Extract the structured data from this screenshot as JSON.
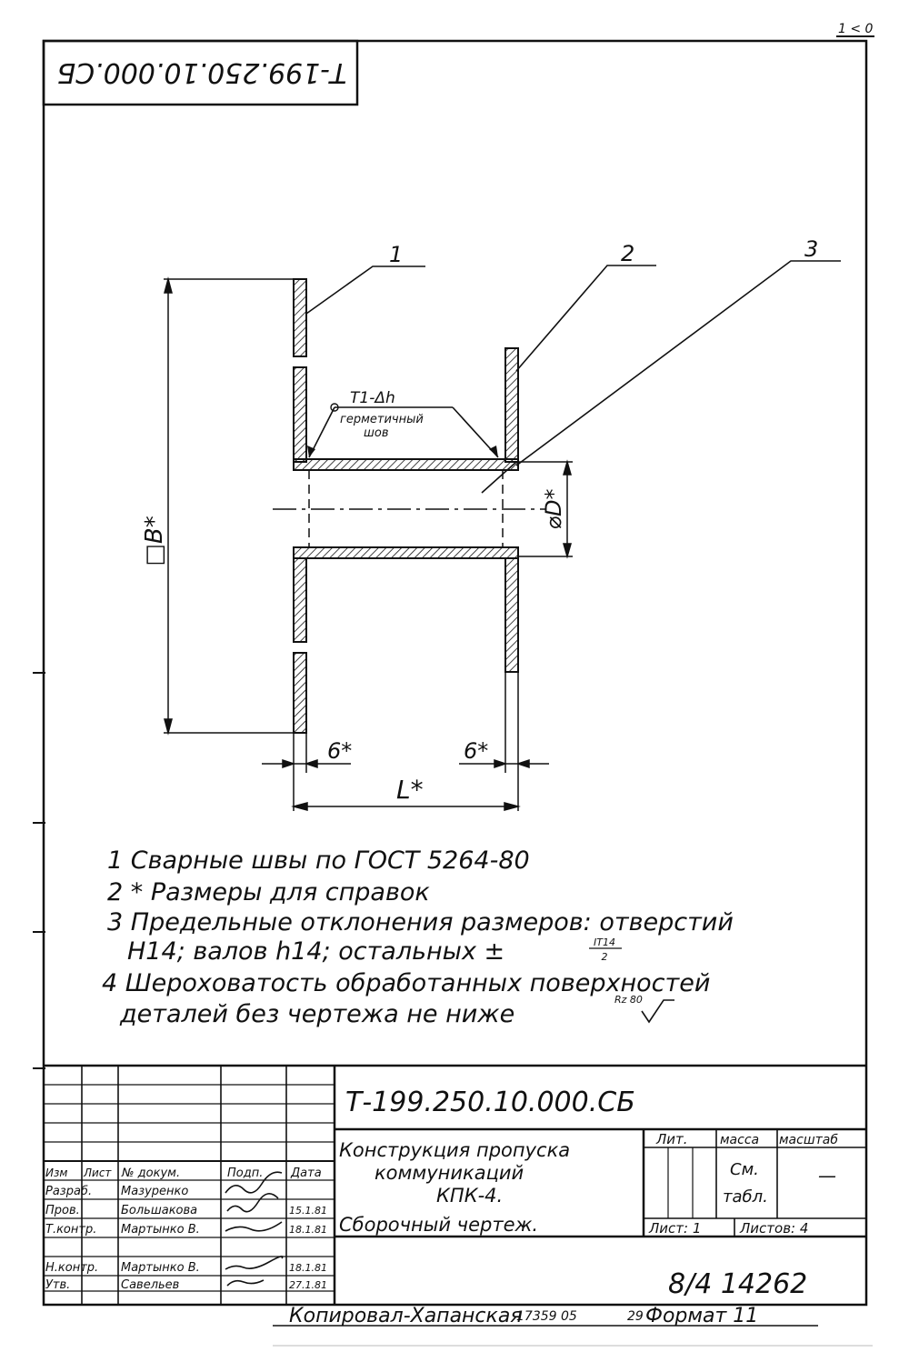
{
  "corner_mark": "1 < 0",
  "stamp_top": "Т-199.250.10.000.СБ",
  "callouts": {
    "c1": "1",
    "c2": "2",
    "c3": "3"
  },
  "weld": {
    "symbol": "Т1-Δh",
    "line2": "герметичный",
    "line3": "шов"
  },
  "dims": {
    "b": "□В*",
    "d": "⌀D*",
    "s1": "6*",
    "s2": "6*",
    "l": "L*"
  },
  "notes": [
    "1 Сварные швы по ГОСТ 5264-80",
    "2 * Размеры для справок",
    "3 Предельные отклонения размеров: отверстий",
    "H14; валов h14; остальных ±",
    "4 Шероховатость обработанных поверхностей",
    "деталей без чертежа не ниже"
  ],
  "tolerance_frac": {
    "num": "IT14",
    "den": "2"
  },
  "roughness": "Rz 80",
  "title_block": {
    "doc_code": "Т-199.250.10.000.СБ",
    "name_1": "Конструкция пропуска",
    "name_2": "коммуникаций",
    "name_3": "КПК-4.",
    "name_4": "Сборочный чертеж.",
    "headers": [
      "Изм",
      "Лист",
      "№ докум.",
      "Подп.",
      "Дата"
    ],
    "rows": [
      {
        "role": "Разраб.",
        "name": "Мазуренко",
        "date": ""
      },
      {
        "role": "Пров.",
        "name": "Большакова",
        "date": "15.1.81"
      },
      {
        "role": "Т.контр.",
        "name": "Мартынко В.",
        "date": "18.1.81"
      },
      {
        "role": "",
        "name": "",
        "date": ""
      },
      {
        "role": "Н.контр.",
        "name": "Мартынко В.",
        "date": "18.1.81"
      },
      {
        "role": "Утв.",
        "name": "Савельев",
        "date": "27.1.81"
      }
    ],
    "lit_label": "Лит.",
    "mass_label": "масса",
    "scale_label": "масштаб",
    "mass_value_1": "См.",
    "mass_value_2": "табл.",
    "scale_value": "—",
    "sheet_label": "Лист: 1",
    "sheets_label": "Листов: 4",
    "inventory": "8/4 14262"
  },
  "footer": {
    "copied": "Копировал-Хапанская",
    "order": "17359 05",
    "num": "29",
    "format": "Формат 11"
  }
}
